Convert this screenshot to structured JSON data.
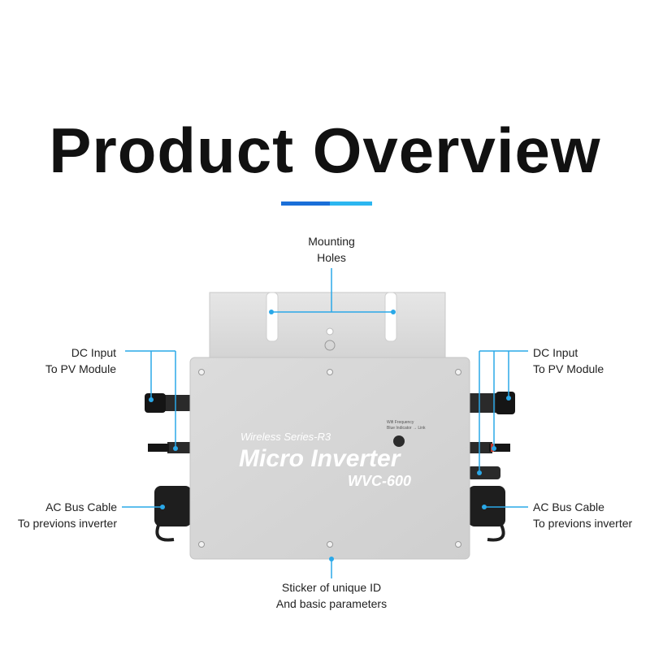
{
  "title": "Product Overview",
  "colors": {
    "accent_dark": "#1a6fd8",
    "accent_light": "#2cb6f0",
    "leader": "#2aa8e8",
    "device": "#d9d9d9"
  },
  "device": {
    "series": "Wireless Series-R3",
    "name": "Micro Inverter",
    "model": "WVC-600",
    "small_print": [
      "Wifi Frequency",
      "Blue Indicator → Link"
    ]
  },
  "callouts": {
    "mounting": {
      "line1": "Mounting",
      "line2": "Holes"
    },
    "dc_left": {
      "line1": "DC Input",
      "line2": "To PV Module"
    },
    "dc_right": {
      "line1": "DC Input",
      "line2": "To PV Module"
    },
    "ac_left": {
      "line1": "AC Bus Cable",
      "line2": "To previons inverter"
    },
    "ac_right": {
      "line1": "AC Bus Cable",
      "line2": "To previons inverter"
    },
    "sticker": {
      "line1": "Sticker of unique ID",
      "line2": "And basic parameters"
    }
  }
}
